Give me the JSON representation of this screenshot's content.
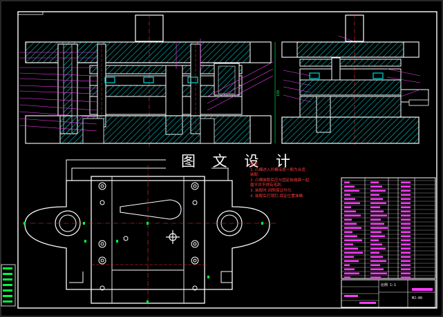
{
  "watermark": "图 文 设 计",
  "tech_notes": {
    "title": "要求:",
    "lines": [
      "1. 凸模进入凹模深度一般为合适",
      "装配:",
      "2. 凸模装配后应与固定板端面一起",
      "磨平并不得有毛刺.",
      "3. 装配时,间隙保证均匀.",
      "4. 装配后打销钉,保证位置准确."
    ]
  },
  "title_block": {
    "scale": "比例 1:1",
    "drawing_no": "MJ-00"
  },
  "dimension": "150",
  "colors": {
    "outline": "#ffffff",
    "hatch": "#00d8d8",
    "centerline": "#ff3030",
    "leader": "#ff3cff",
    "green": "#00ff44",
    "yellow": "#ffff00"
  }
}
